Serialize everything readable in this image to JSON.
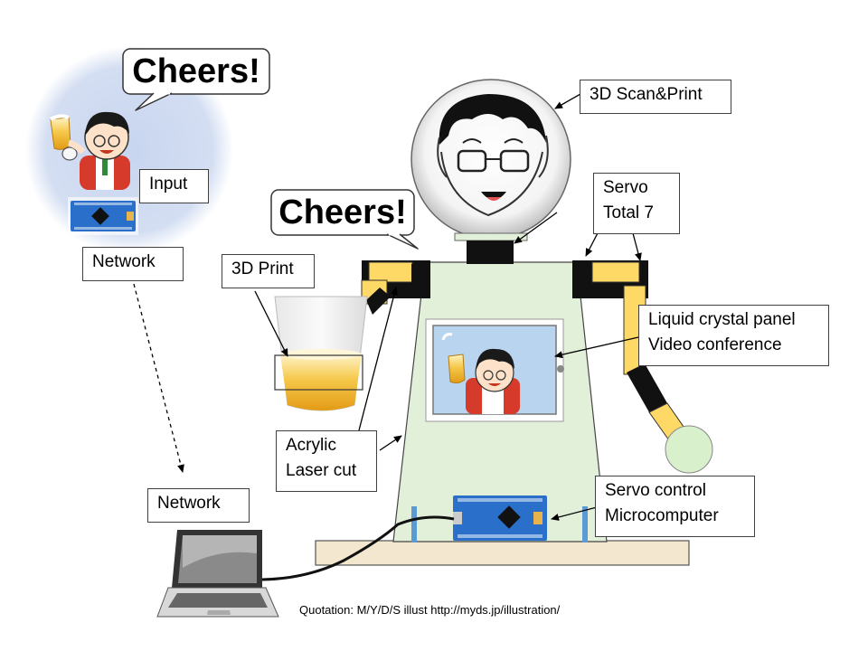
{
  "speech": {
    "remote": "Cheers!",
    "robot": "Cheers!"
  },
  "labels": {
    "input": "Input",
    "network_top": "Network",
    "network_bottom": "Network",
    "print_3d": "3D Print",
    "scan_print": "3D Scan&Print",
    "servo": [
      "Servo",
      "Total 7"
    ],
    "lcd": [
      "Liquid crystal panel",
      "Video conference"
    ],
    "acrylic": [
      "Acrylic",
      "Laser cut"
    ],
    "servo_control": [
      "Servo control",
      "Microcomputer"
    ]
  },
  "caption": "Quotation: M/Y/D/S illust http://myds.jp/illustration/",
  "icons": [
    "arduino-board-icon",
    "laptop-icon",
    "beer-glass-icon",
    "person-cheers-icon",
    "robot-head-icon"
  ],
  "colors": {
    "remote_glow": "#c5d3ee",
    "body_panel": "#e2f0d9",
    "servo_gold": "#ffd966",
    "board_blue": "#2a6fc9",
    "screen_blue": "#b9d4ef",
    "base_wood": "#f3e7cf"
  }
}
